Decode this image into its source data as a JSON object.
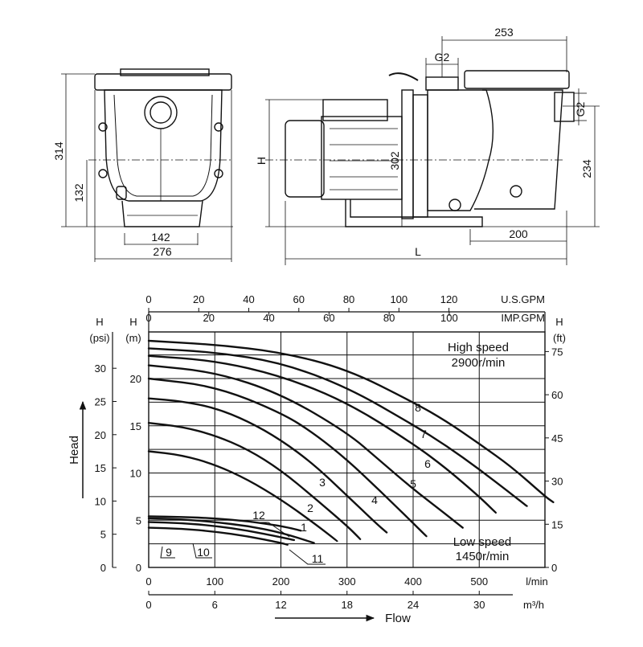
{
  "drawing": {
    "front_view": {
      "dim_314": "314",
      "dim_132": "132",
      "dim_142": "142",
      "dim_276": "276"
    },
    "side_view": {
      "dim_253": "253",
      "dim_G2_top": "G2",
      "dim_G2_side": "G2",
      "dim_H": "H",
      "dim_302": "302",
      "dim_234": "234",
      "dim_200": "200",
      "dim_L": "L"
    }
  },
  "chart_data": {
    "type": "line",
    "title": "",
    "xlabel": "Flow",
    "ylabel": "Head",
    "x_unit": "l/min",
    "x_unit_2": "m³/h",
    "x_unit_3": "U.S.GPM",
    "x_unit_4": "IMP.GPM",
    "y_label_psi": "H",
    "y_unit_psi": "(psi)",
    "y_label_m": "H",
    "y_unit_m": "(m)",
    "y_label_ft": "H",
    "y_unit_ft": "(ft)",
    "xlim": [
      0,
      590
    ],
    "ylim": [
      0,
      25
    ],
    "grid": true,
    "x_ticks": [
      0,
      100,
      200,
      300,
      400,
      500
    ],
    "x_ticks_m3h": [
      0,
      6,
      12,
      18,
      24,
      30
    ],
    "x_ticks_usgpm": [
      0,
      20,
      40,
      60,
      80,
      100,
      120
    ],
    "x_ticks_impgpm": [
      0,
      20,
      40,
      60,
      80,
      100
    ],
    "y_ticks_m": [
      0,
      5,
      10,
      15,
      20
    ],
    "y_ticks_psi": [
      0,
      5,
      10,
      15,
      20,
      25,
      30
    ],
    "y_ticks_ft": [
      0,
      15,
      30,
      45,
      60,
      75
    ],
    "high_speed_label": "High speed",
    "high_speed_rpm": "2900r/min",
    "low_speed_label": "Low speed",
    "low_speed_rpm": "1450r/min",
    "series": [
      {
        "name": "1",
        "points": [
          [
            0,
            12.3
          ],
          [
            50,
            11.9
          ],
          [
            100,
            10.9
          ],
          [
            150,
            9.3
          ],
          [
            200,
            7.2
          ],
          [
            250,
            4.7
          ],
          [
            285,
            2.8
          ]
        ]
      },
      {
        "name": "2",
        "points": [
          [
            0,
            15.3
          ],
          [
            50,
            14.9
          ],
          [
            100,
            14.0
          ],
          [
            150,
            12.5
          ],
          [
            200,
            10.3
          ],
          [
            250,
            7.4
          ],
          [
            300,
            4.4
          ],
          [
            320,
            3.0
          ]
        ]
      },
      {
        "name": "3",
        "points": [
          [
            0,
            17.9
          ],
          [
            50,
            17.6
          ],
          [
            100,
            16.9
          ],
          [
            150,
            15.5
          ],
          [
            200,
            13.5
          ],
          [
            250,
            10.9
          ],
          [
            300,
            7.6
          ],
          [
            345,
            4.6
          ],
          [
            360,
            3.7
          ]
        ]
      },
      {
        "name": "4",
        "points": [
          [
            0,
            20.0
          ],
          [
            100,
            19.2
          ],
          [
            200,
            16.4
          ],
          [
            250,
            14.2
          ],
          [
            300,
            11.4
          ],
          [
            350,
            8.1
          ],
          [
            400,
            4.7
          ],
          [
            420,
            3.3
          ]
        ]
      },
      {
        "name": "5",
        "points": [
          [
            0,
            21.4
          ],
          [
            100,
            20.7
          ],
          [
            200,
            18.4
          ],
          [
            300,
            14.3
          ],
          [
            350,
            11.3
          ],
          [
            400,
            8.3
          ],
          [
            450,
            5.6
          ],
          [
            475,
            4.2
          ]
        ]
      },
      {
        "name": "6",
        "points": [
          [
            0,
            22.4
          ],
          [
            100,
            21.9
          ],
          [
            200,
            20.3
          ],
          [
            300,
            17.5
          ],
          [
            400,
            13.1
          ],
          [
            450,
            10.5
          ],
          [
            500,
            7.5
          ],
          [
            525,
            5.8
          ]
        ]
      },
      {
        "name": "7",
        "points": [
          [
            0,
            23.2
          ],
          [
            100,
            22.8
          ],
          [
            200,
            21.7
          ],
          [
            300,
            19.1
          ],
          [
            400,
            15.1
          ],
          [
            450,
            12.9
          ],
          [
            500,
            10.4
          ],
          [
            550,
            7.7
          ],
          [
            572,
            6.5
          ]
        ]
      },
      {
        "name": "8",
        "points": [
          [
            0,
            24.0
          ],
          [
            100,
            23.6
          ],
          [
            200,
            22.8
          ],
          [
            300,
            21.0
          ],
          [
            400,
            17.5
          ],
          [
            450,
            15.5
          ],
          [
            500,
            13.1
          ],
          [
            550,
            10.6
          ],
          [
            600,
            7.5
          ],
          [
            612,
            6.9
          ]
        ]
      },
      {
        "name": "9",
        "points": [
          [
            0,
            4.2
          ],
          [
            50,
            4.1
          ],
          [
            100,
            3.8
          ],
          [
            150,
            3.3
          ],
          [
            200,
            2.6
          ],
          [
            210,
            2.4
          ]
        ]
      },
      {
        "name": "10",
        "points": [
          [
            0,
            4.8
          ],
          [
            50,
            4.7
          ],
          [
            100,
            4.4
          ],
          [
            150,
            3.9
          ],
          [
            200,
            3.2
          ],
          [
            220,
            2.9
          ]
        ]
      },
      {
        "name": "11",
        "points": [
          [
            0,
            5.2
          ],
          [
            50,
            5.1
          ],
          [
            100,
            4.8
          ],
          [
            150,
            4.4
          ],
          [
            200,
            3.7
          ],
          [
            250,
            2.6
          ]
        ]
      },
      {
        "name": "12",
        "points": [
          [
            0,
            5.4
          ],
          [
            50,
            5.35
          ],
          [
            100,
            5.2
          ],
          [
            150,
            4.9
          ],
          [
            200,
            4.4
          ],
          [
            230,
            3.9
          ]
        ]
      }
    ]
  }
}
